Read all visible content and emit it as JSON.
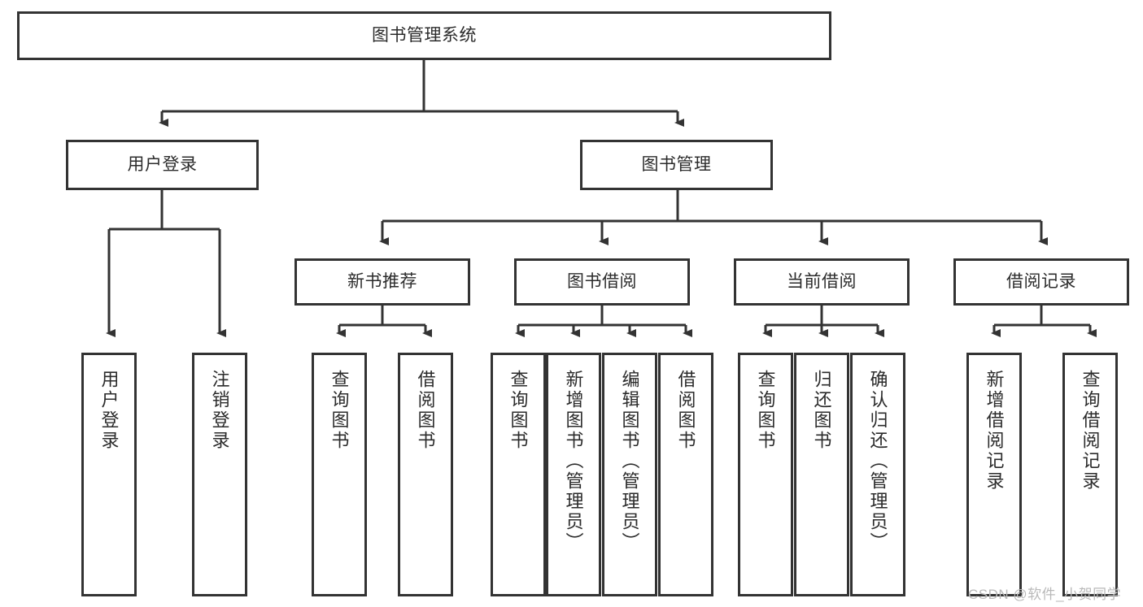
{
  "diagram": {
    "type": "tree",
    "title": "图书管理系统",
    "root": {
      "label": "图书管理系统"
    },
    "level1": [
      {
        "label": "用户登录"
      },
      {
        "label": "图书管理"
      }
    ],
    "level2": [
      {
        "label": "新书推荐",
        "parent": "图书管理"
      },
      {
        "label": "图书借阅",
        "parent": "图书管理"
      },
      {
        "label": "当前借阅",
        "parent": "图书管理"
      },
      {
        "label": "借阅记录",
        "parent": "图书管理"
      }
    ],
    "leaves": {
      "user_login": [
        {
          "label": "用户登录"
        },
        {
          "label": "注销登录"
        }
      ],
      "new_book_recommend": [
        {
          "label": "查询图书"
        },
        {
          "label": "借阅图书"
        }
      ],
      "book_borrow": [
        {
          "label": "查询图书"
        },
        {
          "label": "新增图书（管理员）"
        },
        {
          "label": "编辑图书（管理员）"
        },
        {
          "label": "借阅图书"
        }
      ],
      "current_borrow": [
        {
          "label": "查询图书"
        },
        {
          "label": "归还图书"
        },
        {
          "label": "确认归还（管理员）"
        }
      ],
      "borrow_record": [
        {
          "label": "新增借阅记录"
        },
        {
          "label": "查询借阅记录"
        }
      ]
    }
  },
  "watermark": {
    "text": "CSDN @软件_小贺同学"
  },
  "colors": {
    "border": "#333333",
    "text": "#2b2b2b",
    "background": "#ffffff",
    "watermark": "#b9b9b9"
  }
}
